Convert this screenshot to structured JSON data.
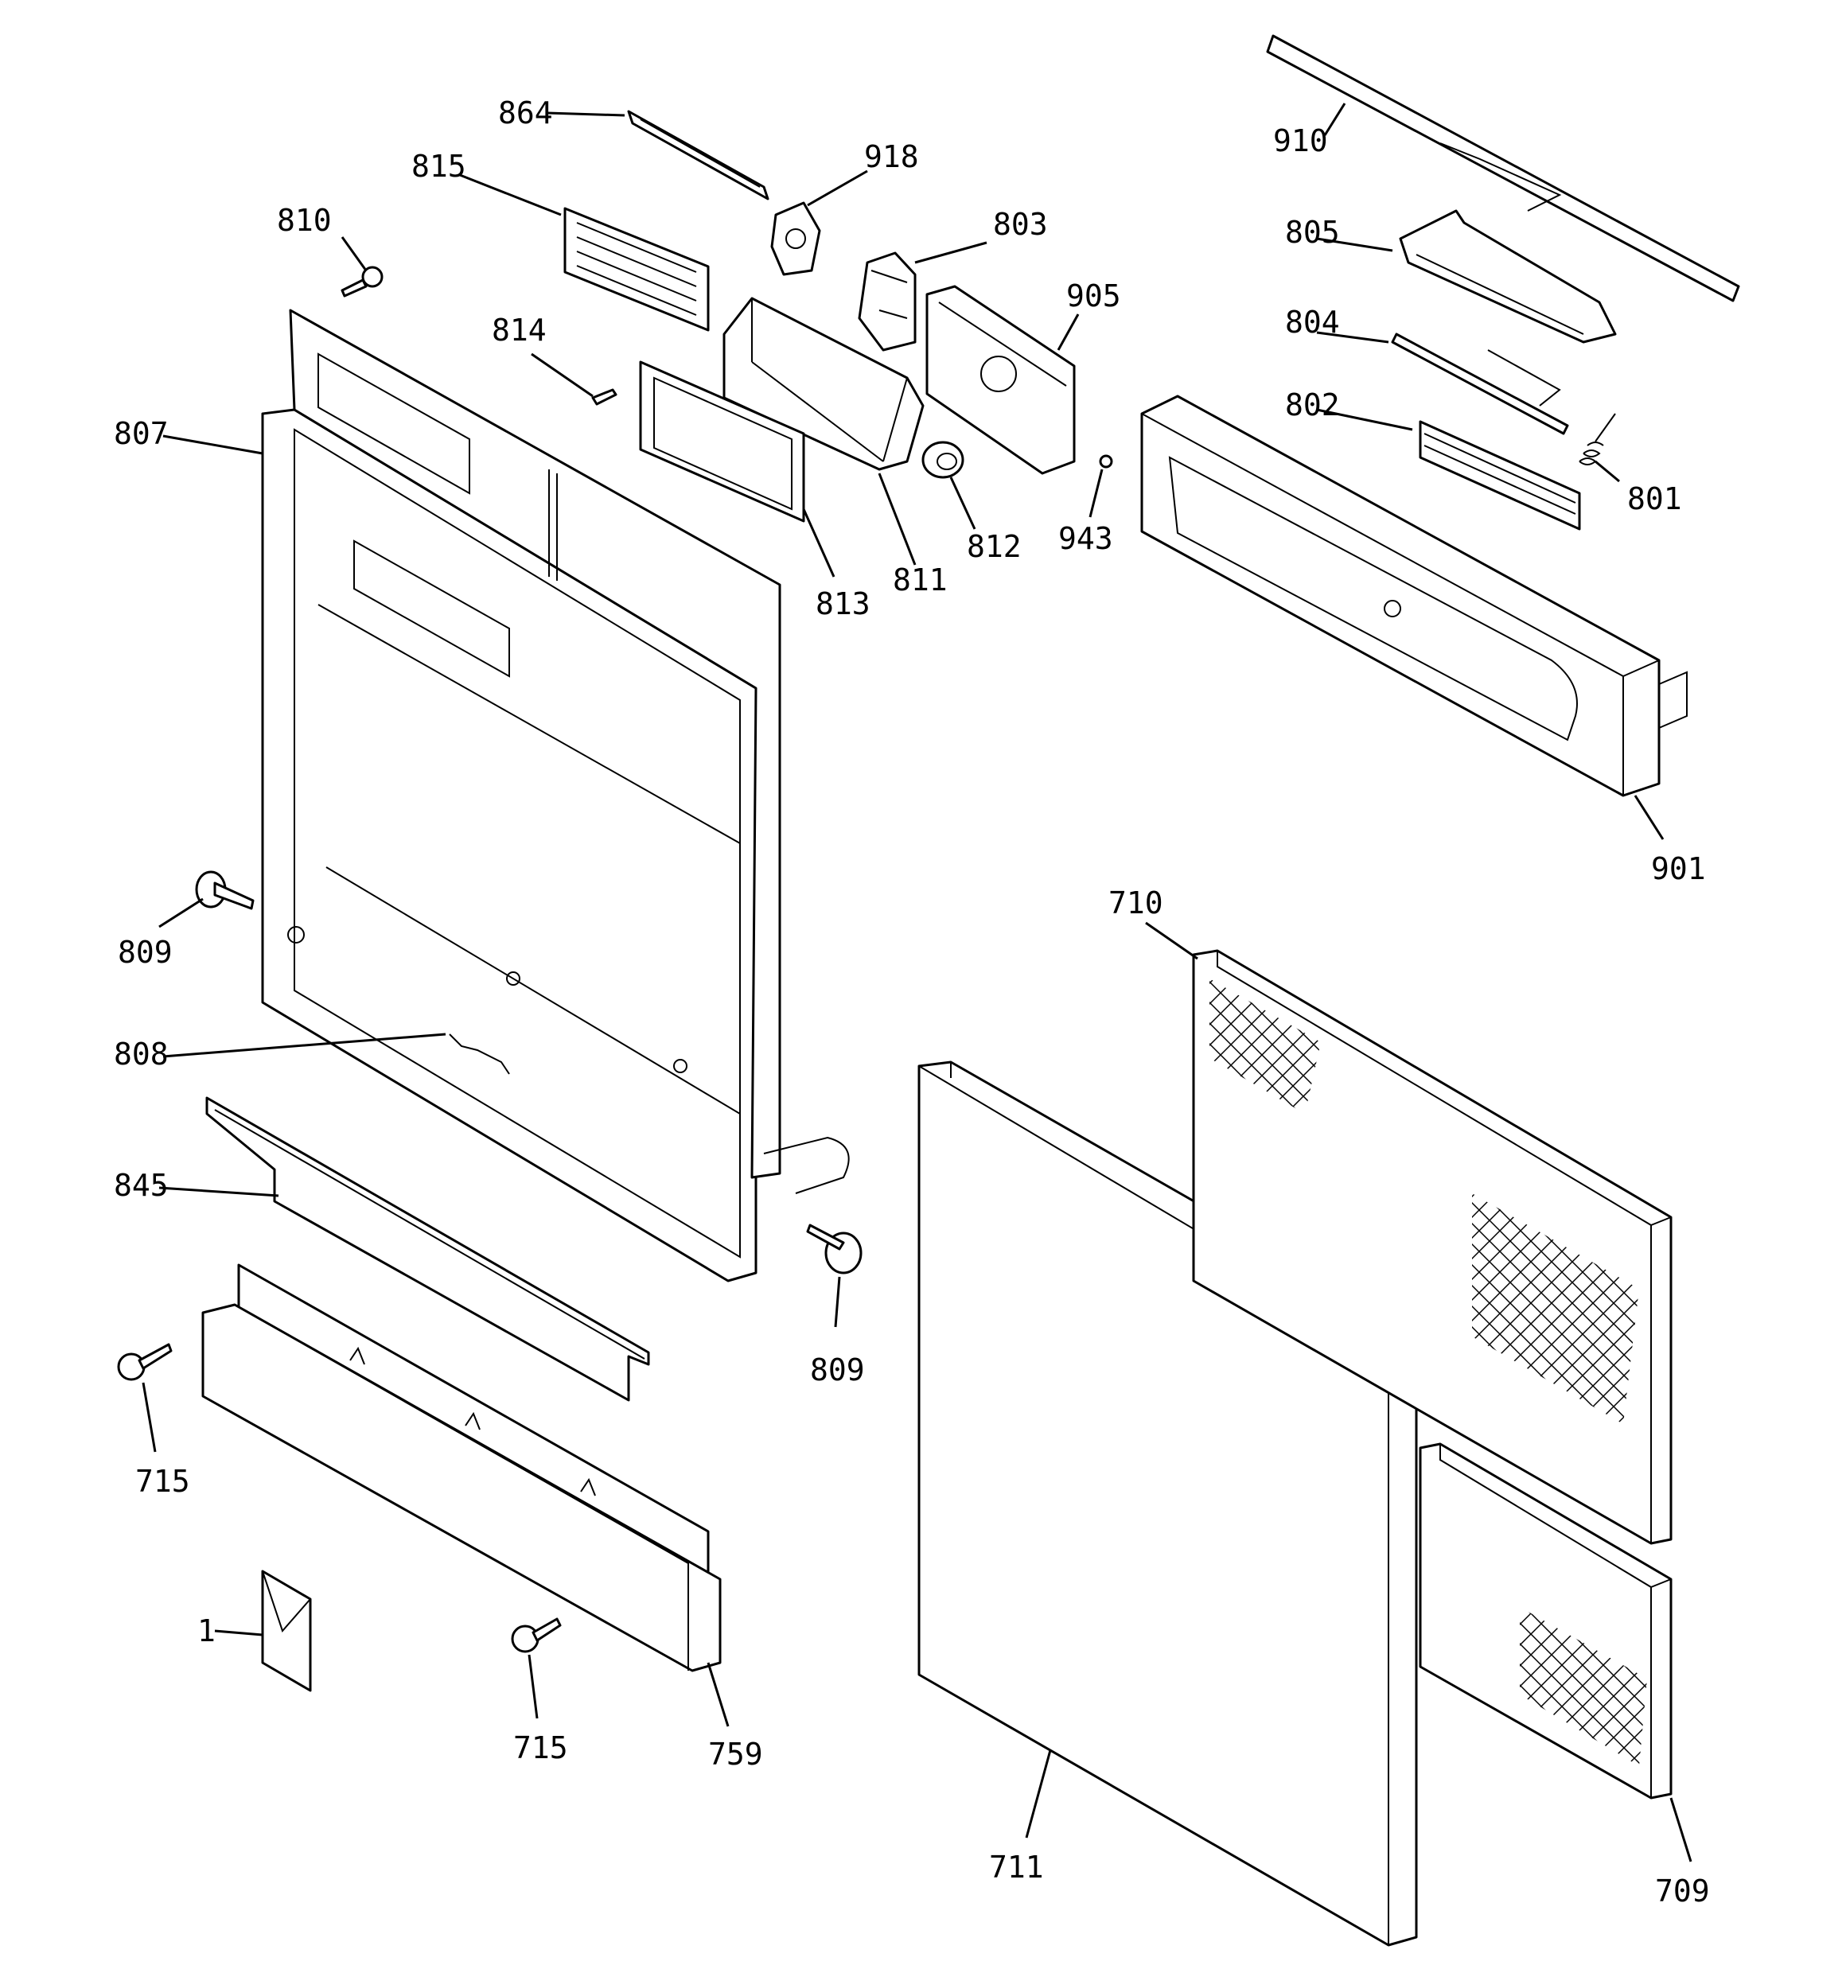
{
  "callouts": {
    "c864": "864",
    "c918": "918",
    "c815": "815",
    "c810": "810",
    "c803": "803",
    "c905": "905",
    "c814": "814",
    "c807": "807",
    "c813": "813",
    "c811": "811",
    "c812": "812",
    "c943": "943",
    "c910": "910",
    "c805": "805",
    "c804": "804",
    "c802": "802",
    "c801": "801",
    "c901": "901",
    "c809a": "809",
    "c809b": "809",
    "c808": "808",
    "c710": "710",
    "c845": "845",
    "c715a": "715",
    "c715b": "715",
    "c1": "1",
    "c759": "759",
    "c711": "711",
    "c709": "709"
  },
  "colors": {
    "line": "#000000",
    "background": "#ffffff"
  }
}
